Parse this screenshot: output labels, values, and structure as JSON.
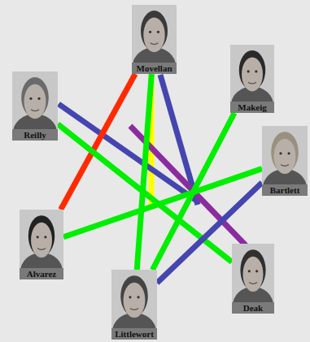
{
  "diagram": {
    "nodes": [
      {
        "text": [
          "Movellan"
        ]
      },
      {
        "text": [
          "Makeig"
        ]
      },
      {
        "text": [
          "Reilly"
        ]
      },
      {
        "text": [
          "Bartlett"
        ]
      },
      {
        "text": [
          "Alvarez"
        ]
      },
      {
        "text": [
          "Littlewort"
        ]
      },
      {
        "text": [
          "Deak"
        ]
      }
    ],
    "edges": [
      {
        "from": 0,
        "to": 4,
        "arrow": "none"
      },
      {
        "from": 2,
        "to": 6,
        "arrow": "none"
      },
      {
        "from": 4,
        "to": 3,
        "arrow": "none"
      },
      {
        "from": 5,
        "to": 1,
        "arrow": "none"
      },
      {
        "from": 0,
        "to": 5,
        "arrow": "none"
      },
      {
        "from": 5,
        "to": 3,
        "arrow": "none"
      }
    ]
  }
}
